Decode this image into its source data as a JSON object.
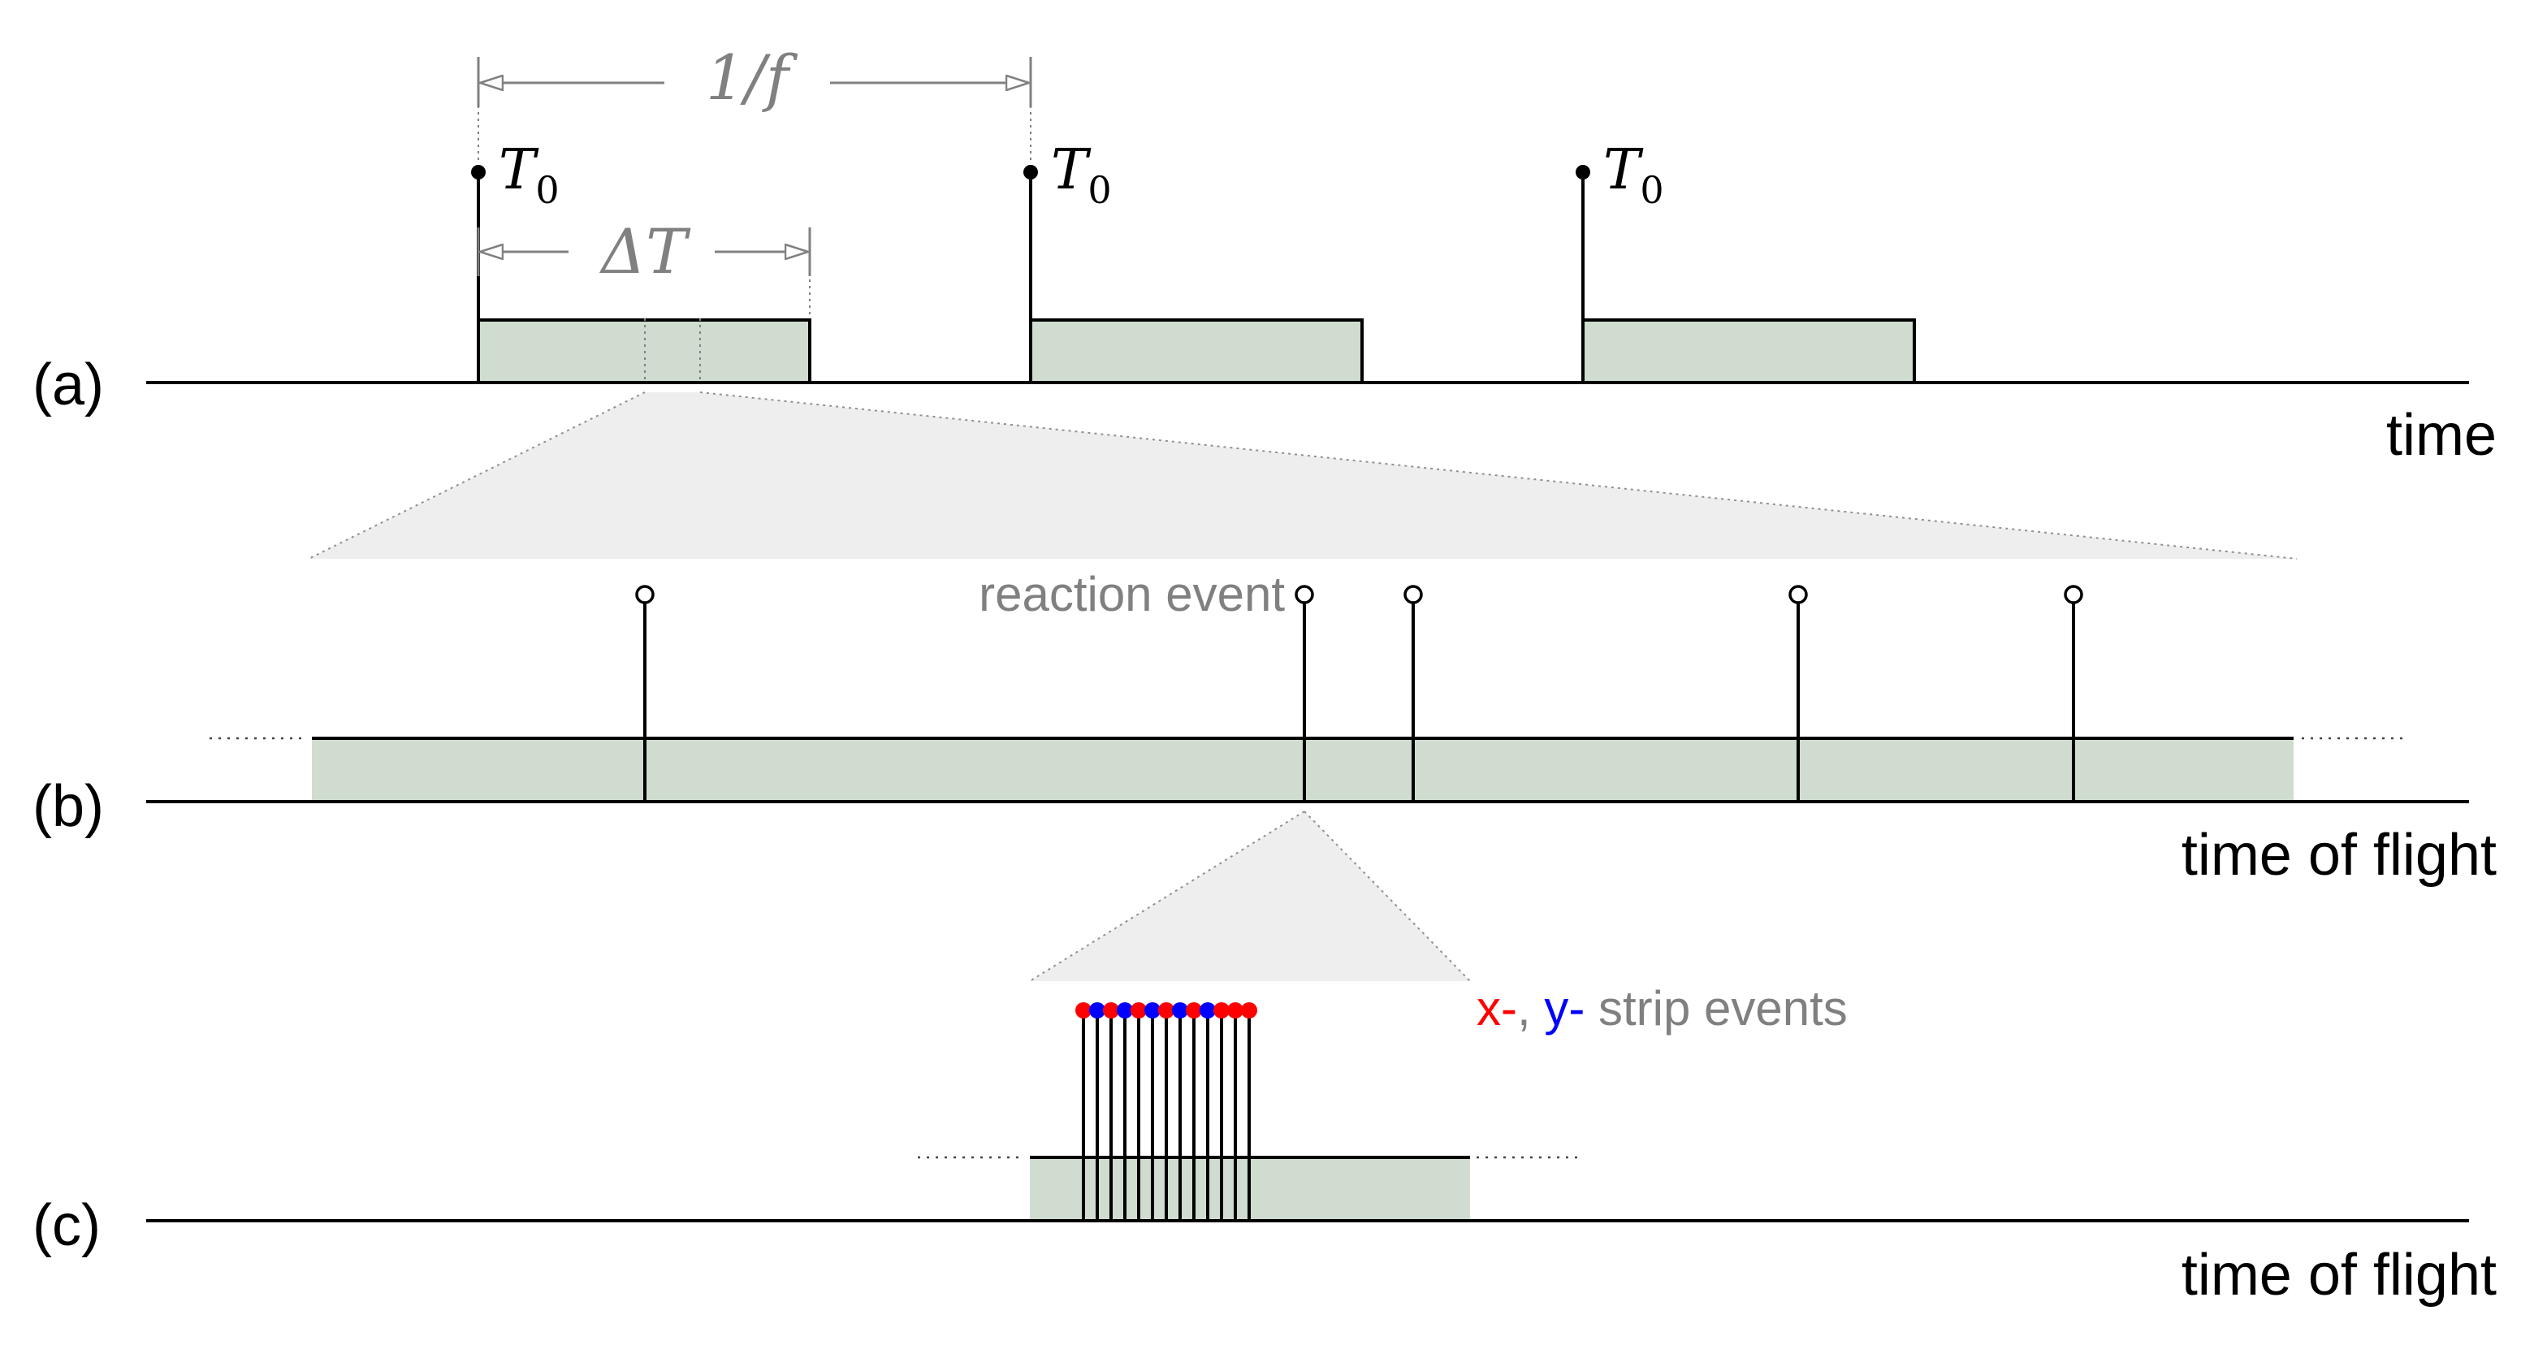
{
  "panels": {
    "a": {
      "label": "(a)",
      "axis_label": "time"
    },
    "b": {
      "label": "(b)",
      "axis_label": "time of flight"
    },
    "c": {
      "label": "(c)",
      "axis_label": "time of flight"
    }
  },
  "annotations": {
    "period_label": "1/f",
    "window_label": "ΔT",
    "t0_label": "T",
    "t0_subscript": "0",
    "reaction_event_label": "reaction event",
    "strip_x_label": "x-",
    "strip_sep": ", ",
    "strip_y_label": "y-",
    "strip_rest_label": " strip events"
  },
  "strip_event_sequence": [
    "x",
    "y",
    "x",
    "y",
    "x",
    "y",
    "x",
    "y",
    "x",
    "y",
    "x",
    "x",
    "x"
  ],
  "colors": {
    "line": "#000000",
    "window_fill": "#cfdccf",
    "zoom_fill": "#eeeeee",
    "annotation": "#808080",
    "x_strip": "#ff0000",
    "y_strip": "#0000ff"
  }
}
